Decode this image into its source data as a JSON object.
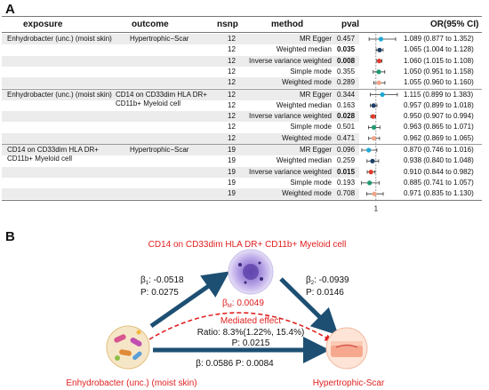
{
  "panel_a": {
    "label": "A",
    "headers": {
      "exposure": "exposure",
      "outcome": "outcome",
      "nsnp": "nsnp",
      "method": "method",
      "pval": "pval",
      "or": "OR(95% CI)"
    },
    "groups": [
      {
        "exposure": "Enhydrobacter (unc.) (moist skin)",
        "outcome": "Hypertrophic−Scar",
        "rows": [
          {
            "nsnp": "12",
            "method": "MR Egger",
            "pval": "0.457",
            "bold": false,
            "or": "1.089 (0.877 to 1.352)",
            "est": 1.089,
            "lo": 0.877,
            "hi": 1.352,
            "color": "#1fa9d4"
          },
          {
            "nsnp": "12",
            "method": "Weighted median",
            "pval": "0.035",
            "bold": true,
            "or": "1.065 (1.004 to 1.128)",
            "est": 1.065,
            "lo": 1.004,
            "hi": 1.128,
            "color": "#1c3f66"
          },
          {
            "nsnp": "12",
            "method": "Inverse variance weighted",
            "pval": "0.008",
            "bold": true,
            "or": "1.060 (1.015 to 1.108)",
            "est": 1.06,
            "lo": 1.015,
            "hi": 1.108,
            "color": "#e23a2a"
          },
          {
            "nsnp": "12",
            "method": "Simple mode",
            "pval": "0.355",
            "bold": false,
            "or": "1.050 (0.951 to 1.158)",
            "est": 1.05,
            "lo": 0.951,
            "hi": 1.158,
            "color": "#1f9a72"
          },
          {
            "nsnp": "12",
            "method": "Weighted mode",
            "pval": "0.289",
            "bold": false,
            "or": "1.055 (0.960 to 1.160)",
            "est": 1.055,
            "lo": 0.96,
            "hi": 1.16,
            "color": "#f0a58a"
          }
        ]
      },
      {
        "exposure": "Enhydrobacter (unc.) (moist skin)",
        "outcome": "CD14 on CD33dim HLA DR+ CD11b+ Myeloid cell",
        "rows": [
          {
            "nsnp": "12",
            "method": "MR Egger",
            "pval": "0.344",
            "bold": false,
            "or": "1.115 (0.899 to 1.383)",
            "est": 1.115,
            "lo": 0.899,
            "hi": 1.383,
            "color": "#1fa9d4"
          },
          {
            "nsnp": "12",
            "method": "Weighted median",
            "pval": "0.163",
            "bold": false,
            "or": "0.957 (0.899 to 1.018)",
            "est": 0.957,
            "lo": 0.899,
            "hi": 1.018,
            "color": "#1c3f66"
          },
          {
            "nsnp": "12",
            "method": "Inverse variance weighted",
            "pval": "0.028",
            "bold": true,
            "or": "0.950 (0.907 to 0.994)",
            "est": 0.95,
            "lo": 0.907,
            "hi": 0.994,
            "color": "#e23a2a"
          },
          {
            "nsnp": "12",
            "method": "Simple mode",
            "pval": "0.501",
            "bold": false,
            "or": "0.963 (0.865 to 1.071)",
            "est": 0.963,
            "lo": 0.865,
            "hi": 1.071,
            "color": "#1f9a72"
          },
          {
            "nsnp": "12",
            "method": "Weighted mode",
            "pval": "0.471",
            "bold": false,
            "or": "0.962 (0.869 to 1.065)",
            "est": 0.962,
            "lo": 0.869,
            "hi": 1.065,
            "color": "#f0a58a"
          }
        ]
      },
      {
        "exposure": "CD14 on CD33dim HLA DR+ CD11b+ Myeloid cell",
        "outcome": "Hypertrophic−Scar",
        "rows": [
          {
            "nsnp": "19",
            "method": "MR Egger",
            "pval": "0.096",
            "bold": false,
            "or": "0.870 (0.746 to 1.016)",
            "est": 0.87,
            "lo": 0.746,
            "hi": 1.016,
            "color": "#1fa9d4"
          },
          {
            "nsnp": "19",
            "method": "Weighted median",
            "pval": "0.259",
            "bold": false,
            "or": "0.938 (0.840 to 1.048)",
            "est": 0.938,
            "lo": 0.84,
            "hi": 1.048,
            "color": "#1c3f66"
          },
          {
            "nsnp": "19",
            "method": "Inverse variance weighted",
            "pval": "0.015",
            "bold": true,
            "or": "0.910 (0.844 to 0.982)",
            "est": 0.91,
            "lo": 0.844,
            "hi": 0.982,
            "color": "#e23a2a"
          },
          {
            "nsnp": "19",
            "method": "Simple mode",
            "pval": "0.193",
            "bold": false,
            "or": "0.885 (0.741 to 1.057)",
            "est": 0.885,
            "lo": 0.741,
            "hi": 1.057,
            "color": "#1f9a72"
          },
          {
            "nsnp": "19",
            "method": "Weighted mode",
            "pval": "0.708",
            "bold": false,
            "or": "0.971 (0.835 to 1.130)",
            "est": 0.971,
            "lo": 0.835,
            "hi": 1.13,
            "color": "#f0a58a"
          }
        ]
      }
    ],
    "axis_tick": "1"
  },
  "panel_b": {
    "label": "B",
    "mediator": "CD14 on CD33dim HLA DR+ CD11b+ Myeloid cell",
    "exposure": "Enhydrobacter (unc.) (moist skin)",
    "outcome": "Hypertrophic-Scar",
    "beta1_label": "β",
    "beta1_sub": "1",
    "beta1_value": ": -0.0518",
    "beta1_p": "P: 0.0275",
    "beta2_label": "β",
    "beta2_sub": "2",
    "beta2_value": ": -0.0939",
    "beta2_p": "P: 0.0146",
    "betaM_label": "β",
    "betaM_sub": "M",
    "betaM_value": ": 0.0049",
    "mediated_title": "Mediated effect",
    "ratio": "Ratio: 8.3%(1.22%, 15.4%)",
    "ratio_p": "P: 0.0215",
    "direct": "β:  0.0586  P: 0.0084",
    "colors": {
      "arrow": "#1d4f73",
      "red": "#e02020"
    }
  }
}
